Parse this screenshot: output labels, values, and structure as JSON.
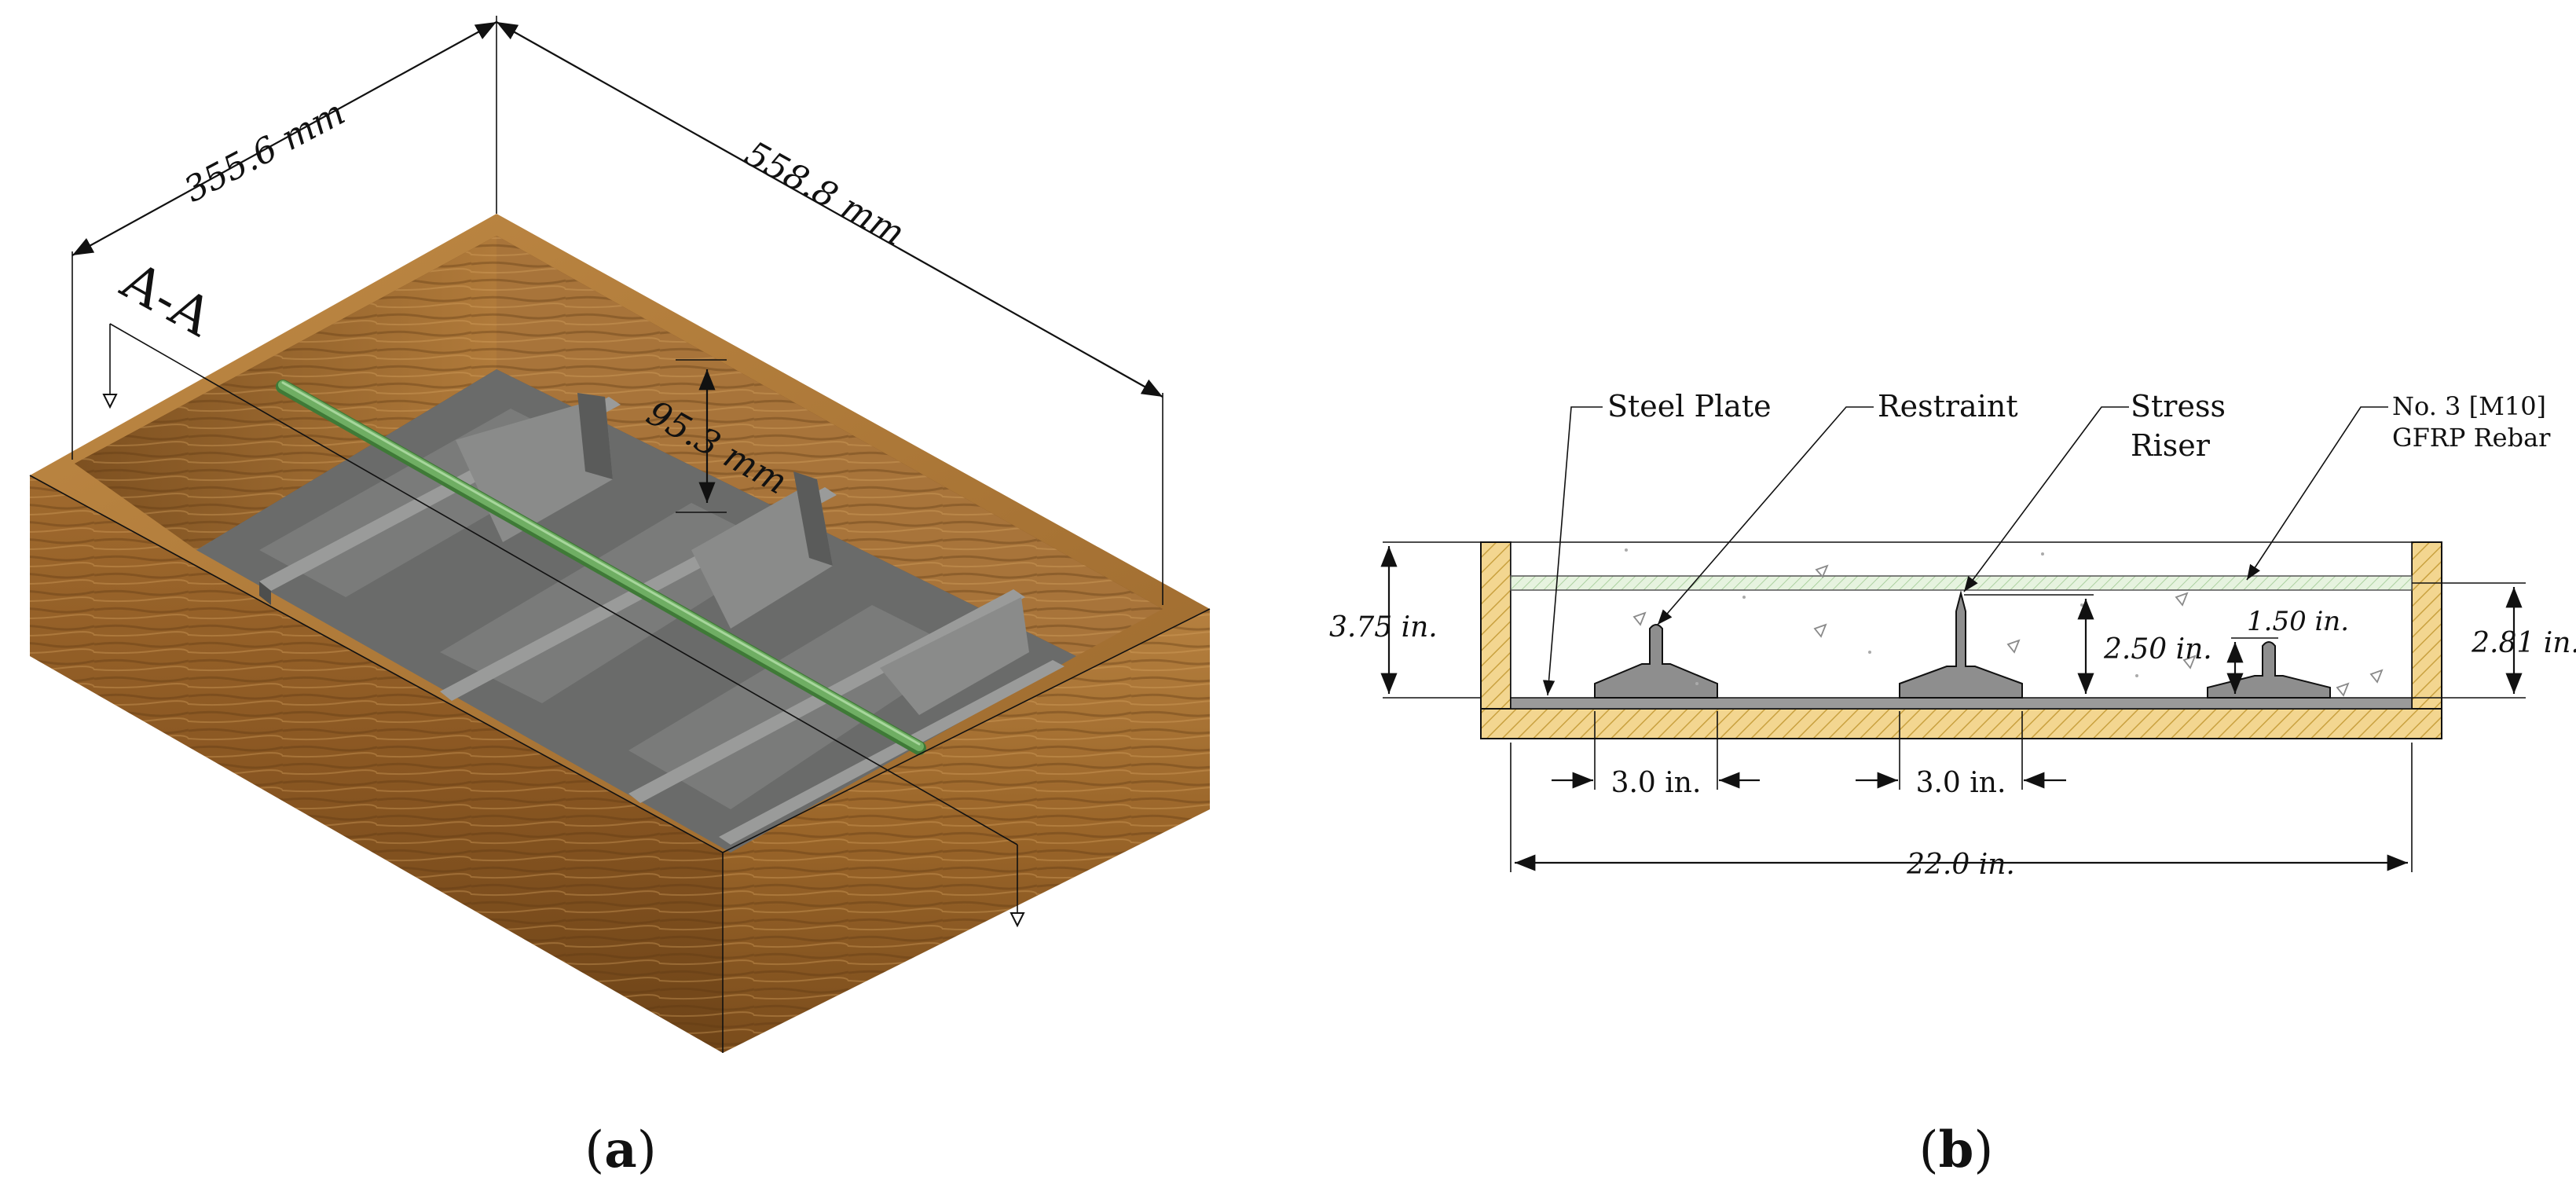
{
  "panel_a": {
    "caption_open": "(",
    "caption_letter": "a",
    "caption_close": ")",
    "dim_width": "355.6 mm",
    "dim_length": "558.8 mm",
    "dim_depth": "95.3 mm",
    "section_label": "A-A"
  },
  "panel_b": {
    "caption_open": "(",
    "caption_letter": "b",
    "caption_close": ")",
    "label_steel_plate": "Steel Plate",
    "label_restraint": "Restraint",
    "label_stress_line1": "Stress",
    "label_stress_line2": "Riser",
    "label_rebar_line1": "No. 3 [M10]",
    "label_rebar_line2": "GFRP Rebar",
    "dim_height_total": "3.75 in.",
    "dim_height_right": "2.81 in.",
    "dim_riser_height": "2.50 in.",
    "dim_small_riser": "1.50 in.",
    "dim_base_left": "3.0 in.",
    "dim_base_mid": "3.0 in.",
    "dim_overall": "22.0 in."
  },
  "colors": {
    "wood_light": "#b07a3a",
    "wood_dark": "#6e4418",
    "steel": "#6a6b6a",
    "steel_dark": "#4d4e4d",
    "rebar": "#6fae63",
    "wood_hatch_fill": "#f3d690",
    "wood_hatch_line": "#c9a140",
    "rebar_band": "#e3f2dd",
    "section_gray": "#8e8e8e"
  }
}
